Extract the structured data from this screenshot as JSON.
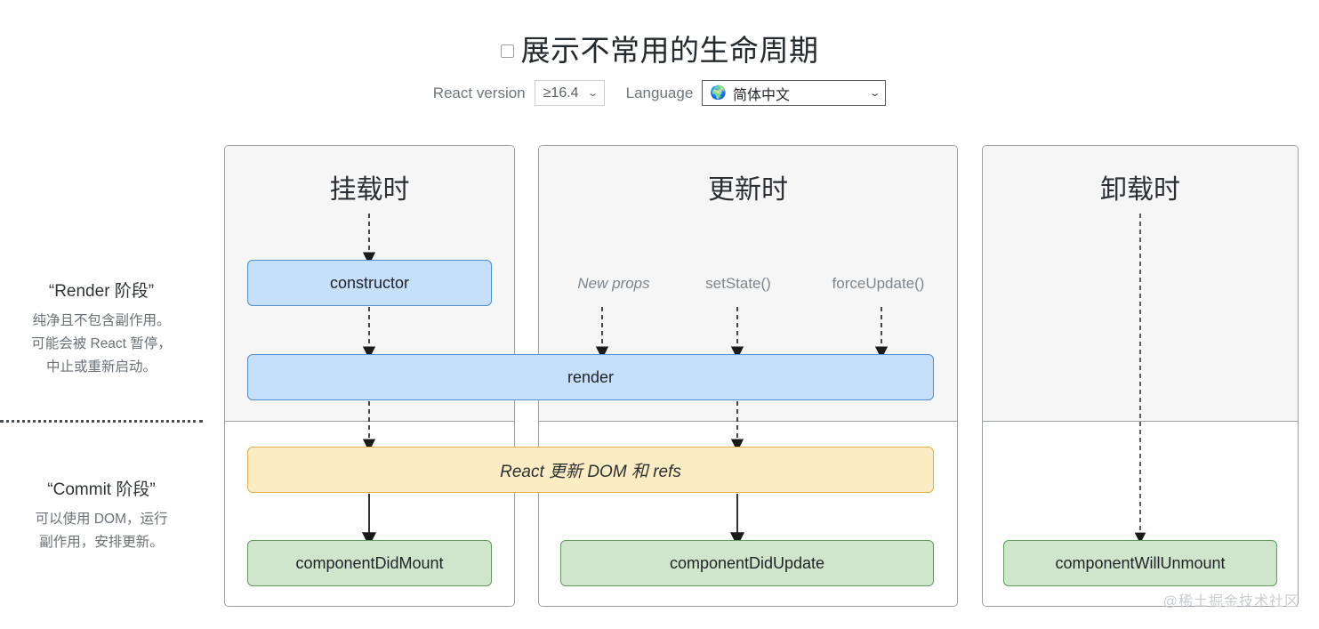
{
  "header": {
    "checkbox_icon": "checkbox-unchecked",
    "title": "展示不常用的生命周期",
    "react_version_label": "React version",
    "react_version_value": "≥16.4",
    "language_label": "Language",
    "language_value": "简体中文",
    "language_icon": "🌍",
    "caret_icon": "⌄"
  },
  "legend": {
    "render": {
      "title": "“Render 阶段”",
      "line1": "纯净且不包含副作用。",
      "line2": "可能会被 React 暂停，",
      "line3": "中止或重新启动。"
    },
    "commit": {
      "title": "“Commit 阶段”",
      "line1": "可以使用 DOM，运行",
      "line2": "副作用，安排更新。"
    }
  },
  "columns": [
    {
      "key": "mount",
      "title": "挂载时"
    },
    {
      "key": "update",
      "title": "更新时"
    },
    {
      "key": "unmount",
      "title": "卸载时"
    }
  ],
  "triggers": [
    {
      "label": "New props",
      "style": "italic"
    },
    {
      "label": "setState()",
      "style": "normal"
    },
    {
      "label": "forceUpdate()",
      "style": "normal"
    }
  ],
  "nodes": {
    "constructor": "constructor",
    "render": "render",
    "react_dom": "React 更新 DOM 和 refs",
    "did_mount": "componentDidMount",
    "did_update": "componentDidUpdate",
    "will_unmount": "componentWillUnmount"
  },
  "watermark": "@稀土掘金技术社区",
  "colors": {
    "blue_fill": "#c6dffb",
    "blue_border": "#4f8fd4",
    "green_fill": "#cfe6cd",
    "green_border": "#5f9d5b",
    "yellow_fill": "#fcecc3",
    "yellow_border": "#e2b04a",
    "phase_bg": "#f6f6f6",
    "column_border": "#9a9fa4"
  }
}
